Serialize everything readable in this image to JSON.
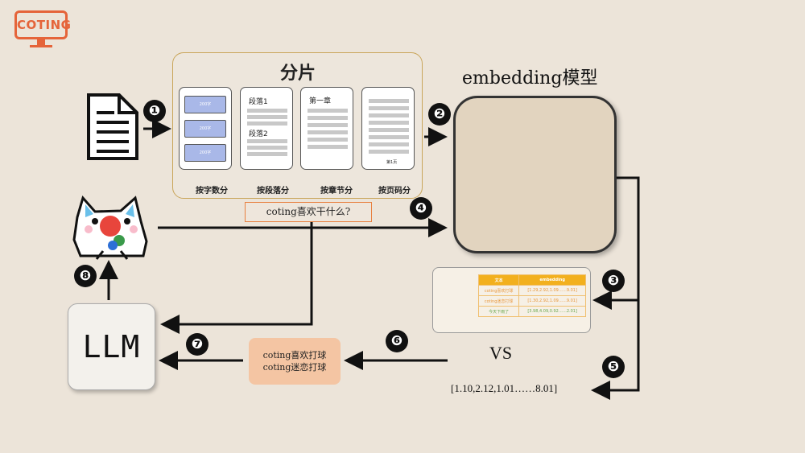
{
  "brand": {
    "logo_text": "COTING"
  },
  "chunking": {
    "title": "分片",
    "cards": [
      {
        "caption": "按字数分",
        "boxes": [
          "200字",
          "200字",
          "200字"
        ]
      },
      {
        "caption": "按段落分",
        "paragraphs": [
          "段落1",
          "段落2"
        ]
      },
      {
        "caption": "按章节分",
        "chapter": "第一章"
      },
      {
        "caption": "按页码分",
        "page": "第1页"
      }
    ]
  },
  "question": "coting喜欢干什么?",
  "embedding_model": {
    "title": "embedding模型"
  },
  "vector_db": {
    "headers": [
      "文本",
      "embedding"
    ],
    "rows": [
      [
        "coting喜欢打球",
        "[1.29,2.92,1.09……9.01]"
      ],
      [
        "coting迷恋打球",
        "[1.30,2.92,1.09……9.01]"
      ],
      [
        "今天下雨了",
        "[3.98,4.09,0.92……2.01]"
      ]
    ]
  },
  "vs_label": "VS",
  "query_vector": "[1.10,2.12,1.01……8.01]",
  "retrieved": {
    "lines": [
      "coting喜欢打球",
      "coting迷恋打球"
    ]
  },
  "llm_label": "LLM",
  "steps": [
    "❶",
    "❷",
    "❸",
    "❹",
    "❺",
    "❻",
    "❼",
    "❽"
  ]
}
